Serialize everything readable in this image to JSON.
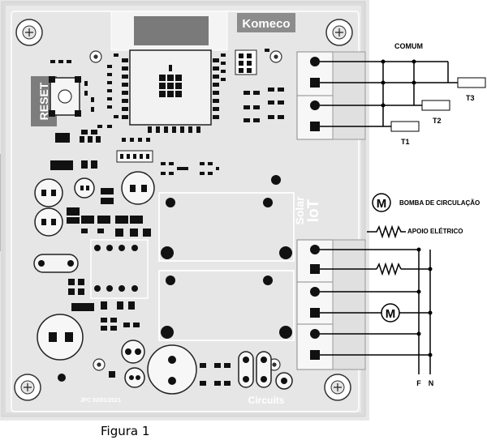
{
  "board": {
    "brand": "Komeco",
    "reset_label": "RESET",
    "solar_label": "Solar",
    "iot_label": "IoT",
    "circuits_label": "Circuits",
    "date_code": "JFC 02/01/2021"
  },
  "legend": {
    "pump_symbol": "M",
    "pump_label": "BOMBA DE CIRCULAÇÃO",
    "heater_label": "APOIO ELÉTRICO"
  },
  "sensors": {
    "common_label": "COMUM",
    "t1": "T1",
    "t2": "T2",
    "t3": "T3"
  },
  "power": {
    "phase_label": "F",
    "neutral_label": "N",
    "motor_symbol": "M"
  },
  "caption": "Figura 1",
  "colors": {
    "board_bg": "#e9e9e9",
    "board_edge": "#cfcfcf",
    "silkscreen": "#ffffff",
    "component": "#111111",
    "wire": "#000000"
  }
}
